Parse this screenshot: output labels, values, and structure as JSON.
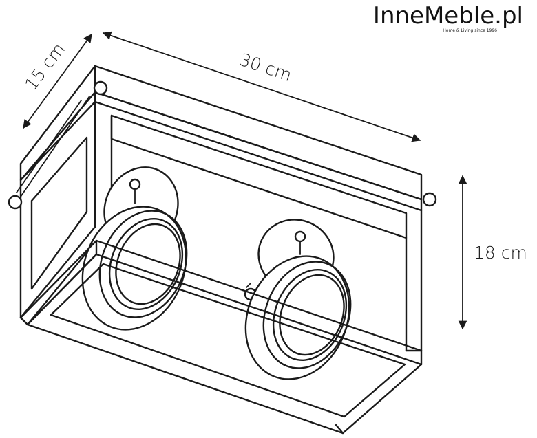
{
  "brand": {
    "name": "InneMeble.pl",
    "tagline": "Home & Living since 1996"
  },
  "dimensions": {
    "depth": "15 cm",
    "width": "30 cm",
    "height": "18 cm"
  },
  "colors": {
    "line": "#1a1a1a",
    "background": "#ffffff"
  }
}
